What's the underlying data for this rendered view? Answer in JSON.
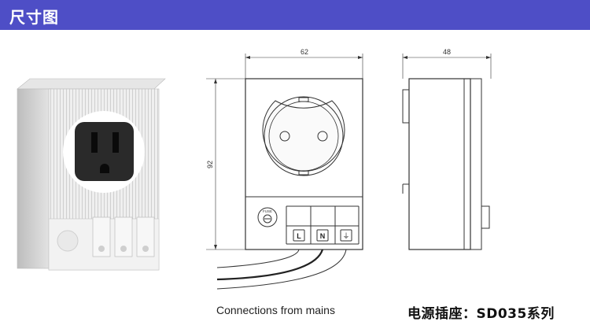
{
  "header": {
    "title": "尺寸图",
    "background": "#4e4ec6"
  },
  "drawing": {
    "width_label": "62",
    "depth_label": "48",
    "height_label": "92",
    "fuse_label": "FUSE",
    "terminals": [
      "L",
      "N",
      "⏚"
    ]
  },
  "captions": {
    "connections": "Connections from mains",
    "product": "电源插座：SD035系列"
  }
}
